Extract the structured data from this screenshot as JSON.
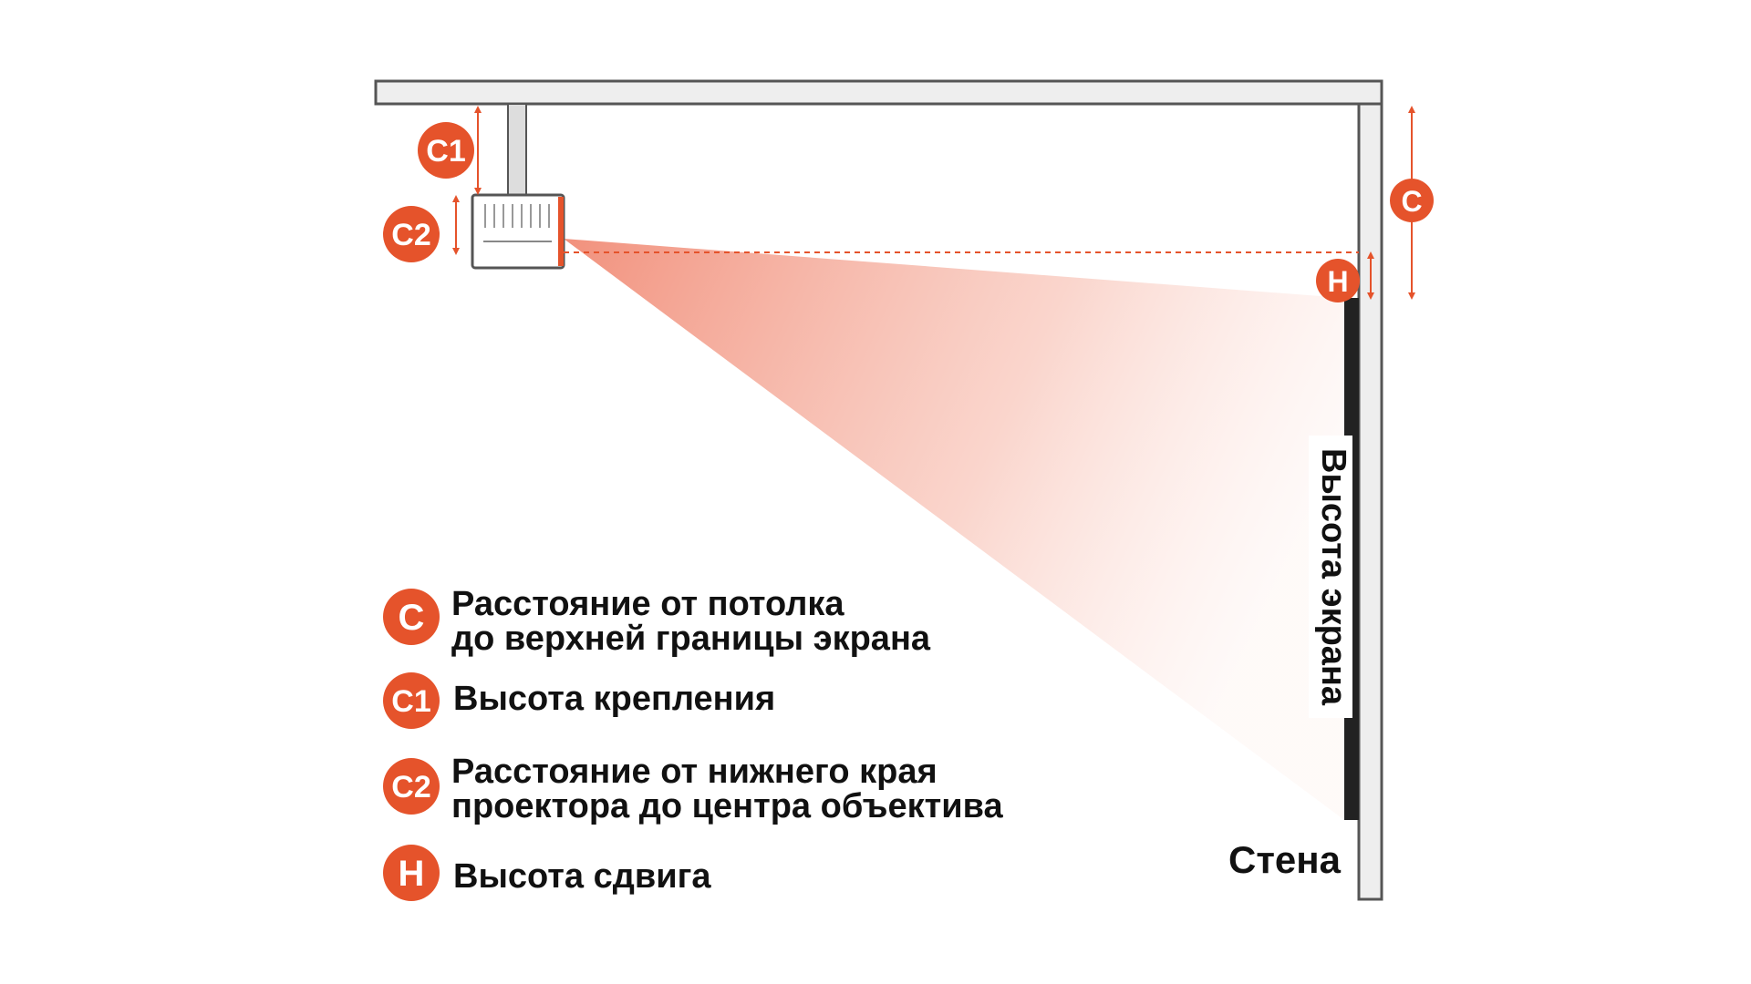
{
  "badges": {
    "c": "C",
    "c1": "C1",
    "c2": "C2",
    "h": "H"
  },
  "legend": {
    "c": {
      "line1": "Расстояние от потолка",
      "line2": "до верхней границы экрана"
    },
    "c1": {
      "line1": "Высота крепления"
    },
    "c2": {
      "line1": "Расстояние от нижнего края",
      "line2": "проектора до центра объектива"
    },
    "h": {
      "line1": "Высота сдвига"
    }
  },
  "labels": {
    "screen_height": "Высота экрана",
    "wall": "Стена"
  },
  "colors": {
    "accent": "#e5532b",
    "beam": "#f28b74",
    "structure_outline": "#555555",
    "structure_fill": "#eeeeee",
    "screen": "#222222"
  }
}
